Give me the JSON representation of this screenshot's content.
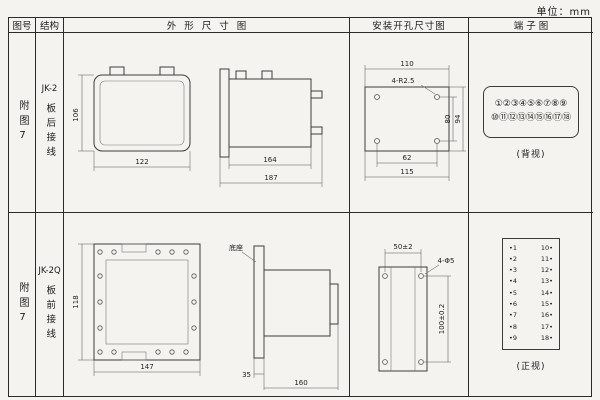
{
  "unit_label": "单位：mm",
  "headers": {
    "fig_no": "图号",
    "structure": "结构",
    "outline": "外形尺寸图",
    "install": "安装开孔尺寸图",
    "terminal": "端子图"
  },
  "rows": [
    {
      "fig_no": "附图7",
      "structure_model": "JK-2",
      "structure_wiring": "板后接线",
      "outline_dims": {
        "height": "106",
        "width": "122",
        "side_body": "164",
        "side_total": "187"
      },
      "install_dims": {
        "top_width": "110",
        "hole_note": "4-R2.5",
        "inner_height": "80",
        "outer_height": "94",
        "inner_width": "62",
        "outer_width": "115"
      },
      "terminal": {
        "row1": "①②③④⑤⑥⑦⑧⑨",
        "row2": "⑩⑪⑫⑬⑭⑮⑯⑰⑱",
        "caption": "(背视)"
      }
    },
    {
      "fig_no": "附图7",
      "structure_model": "JK-2Q",
      "structure_wiring": "板前接线",
      "outline_dims": {
        "height": "118",
        "width": "147",
        "flange": "35",
        "side_total": "160",
        "base_label": "底座"
      },
      "install_dims": {
        "top_width": "50±2",
        "hole_note": "4-Φ5",
        "right_height": "100±0.2"
      },
      "terminal": {
        "left": "•1\n•2\n•3\n•4\n•5\n•6\n•7\n•8\n•9",
        "right": "10•\n11•\n12•\n13•\n14•\n15•\n16•\n17•\n18•",
        "caption": "(正视)"
      }
    }
  ]
}
